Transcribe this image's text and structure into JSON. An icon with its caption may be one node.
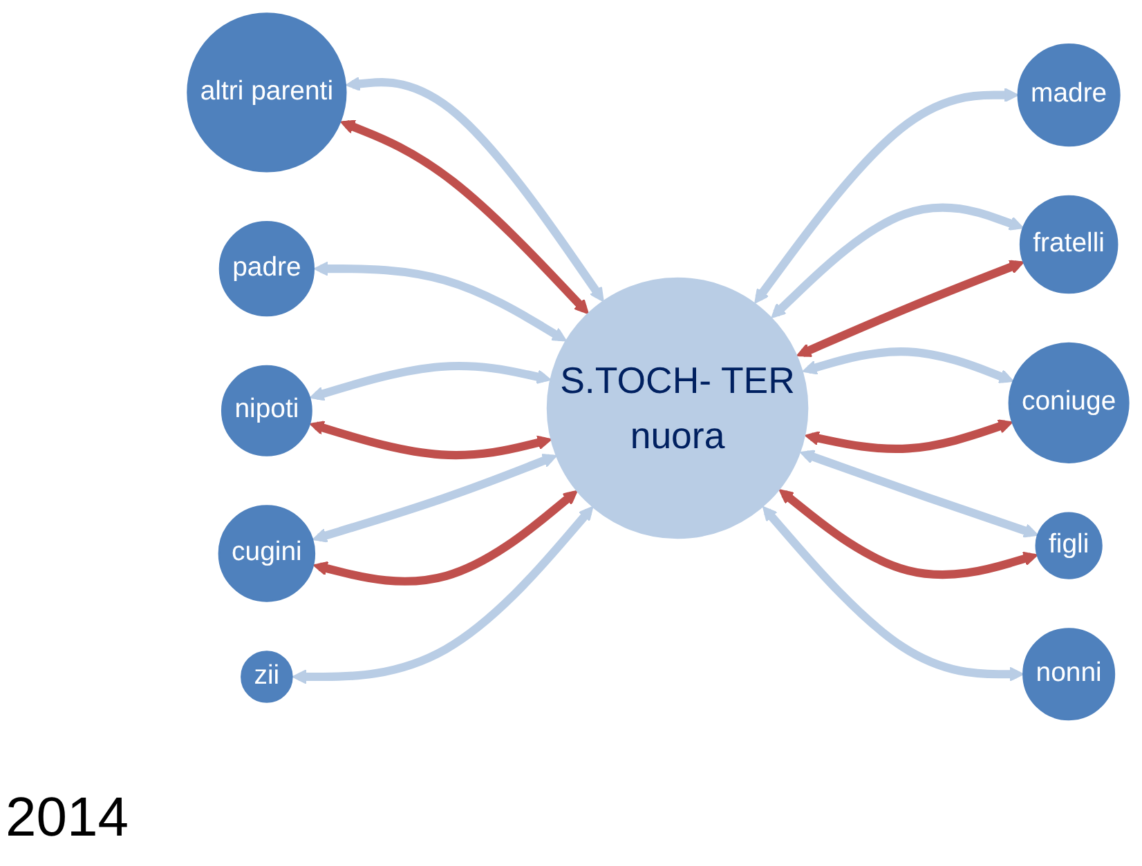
{
  "diagram": {
    "nodes": [
      {
        "text": [
          "S.TOCH- TER",
          "nuora"
        ]
      },
      {
        "text": [
          "altri parenti"
        ]
      },
      {
        "text": [
          "padre"
        ]
      },
      {
        "text": [
          "madre"
        ]
      },
      {
        "text": [
          "nipoti"
        ]
      },
      {
        "text": [
          "fratelli"
        ]
      },
      {
        "text": [
          "cugini"
        ]
      },
      {
        "text": [
          "coniuge"
        ]
      },
      {
        "text": [
          "zii"
        ]
      },
      {
        "text": [
          "figli"
        ]
      },
      {
        "text": [
          "nonni"
        ]
      }
    ],
    "edges": [
      {
        "from": 1,
        "to": 0,
        "arrow": "both"
      },
      {
        "from": 1,
        "to": 0,
        "arrow": "both",
        "color": "#c0504d"
      },
      {
        "from": 2,
        "to": 0,
        "arrow": "both"
      },
      {
        "from": 0,
        "to": 3,
        "arrow": "both"
      },
      {
        "from": 4,
        "to": 0,
        "arrow": "both"
      },
      {
        "from": 4,
        "to": 0,
        "arrow": "both",
        "color": "#c0504d"
      },
      {
        "from": 0,
        "to": 5,
        "arrow": "both"
      },
      {
        "from": 0,
        "to": 5,
        "arrow": "both",
        "color": "#c0504d"
      },
      {
        "from": 6,
        "to": 0,
        "arrow": "both"
      },
      {
        "from": 6,
        "to": 0,
        "arrow": "both",
        "color": "#c0504d"
      },
      {
        "from": 0,
        "to": 7,
        "arrow": "both"
      },
      {
        "from": 0,
        "to": 7,
        "arrow": "both",
        "color": "#c0504d"
      },
      {
        "from": 8,
        "to": 0,
        "arrow": "both"
      },
      {
        "from": 0,
        "to": 9,
        "arrow": "both"
      },
      {
        "from": 0,
        "to": 9,
        "arrow": "both",
        "color": "#c0504d"
      },
      {
        "from": 0,
        "to": 10,
        "arrow": "both"
      }
    ],
    "labels": [
      "2014"
    ]
  }
}
